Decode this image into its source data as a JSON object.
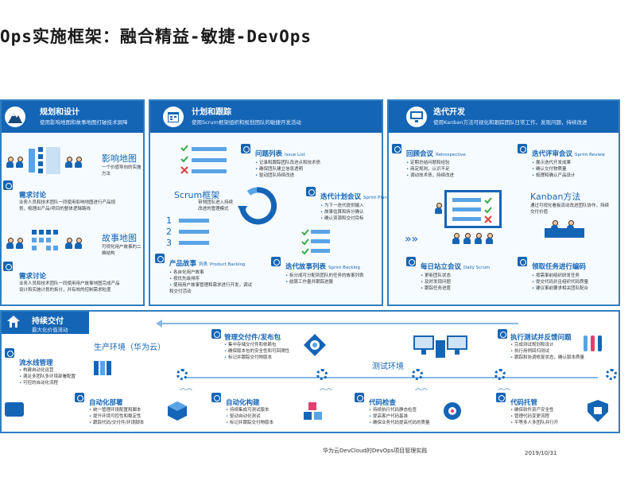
{
  "title": "Ops实施框架：融合精益-敏捷-DevOps",
  "panels": {
    "plan": {
      "title": "规划和设计",
      "subtitle": "使用影响地图和故事地图打破技术屏障",
      "impact_map": "影响地图",
      "impact_map_desc": "一个价值导向的实施方法",
      "req1_title": "需求讨论",
      "req1_desc": "业务人员和技术团队一同使用影响地图进行产品规划，梳理出产品/项目的整体逻辑路线",
      "story_map": "故事地图",
      "story_map_desc": "可视化用户故事的二维结构",
      "req2_title": "需求讨论",
      "req2_desc": "业务人员和技术团队一同使用用户故事地图完成产品设计和实施计划的拆分，并有效的控制需求粒度"
    },
    "track": {
      "title": "计划和跟踪",
      "subtitle": "使用Scrum框架组织和规划团队的敏捷开发活动",
      "issue_title": "问题列表",
      "issue_en": "Issue List",
      "issue_items": [
        "记录和跟踪团队改进点和技术债",
        "确保团队建立信息透明",
        "驱动团队持续改进"
      ],
      "scrum": "Scrum框架",
      "scrum_desc": "带领团队进入持续改进的管理模式",
      "sprint_plan_title": "迭代计划会议",
      "sprint_plan_en": "Sprint Planning",
      "sprint_plan_items": [
        "为下一迭代提供输入",
        "故事估算和拆分确认",
        "确认资源和交付目标"
      ],
      "product_backlog_title": "产品故事",
      "product_backlog_mid": "列表",
      "product_backlog_en": "Product Backlog",
      "product_backlog_items": [
        "各自化用户故事",
        "按优先级排序",
        "使用用户故事管理和需求进行开发，调试和交付活动"
      ],
      "sprint_backlog_title": "迭代故事列表",
      "sprint_backlog_en": "Sprint Backlog",
      "sprint_backlog_items": [
        "拆分成可分配到团队的任务的故事列表",
        "结算工作量并跟踪进展"
      ],
      "nums": [
        "1",
        "2",
        "3"
      ]
    },
    "iter": {
      "title": "迭代开发",
      "subtitle": "使用Kanban方法可视化和跟踪团队日常工作，发现问题，持续改进",
      "retro_title": "回顾会议",
      "retro_en": "Retrospective",
      "retro_items": [
        "定期总结问题和经验",
        "商定规则，认识不足",
        "调动技术债，持续改进"
      ],
      "review_title": "迭代评审会议",
      "review_en": "Sprint Review",
      "review_items": [
        "展示迭代开发成果",
        "确认交付物质量",
        "梳理和确认产品设计"
      ],
      "kanban": "Kanban方法",
      "kanban_desc": "通过可视化看板流动改进团队协作，持续交付价值",
      "standup_title": "每日站立会议",
      "standup_en": "Daily Scrum",
      "standup_items": [
        "更新团队状态",
        "及时发现问题",
        "跟踪任务进度"
      ],
      "claim_title": "领取任务进行编码",
      "claim_items": [
        "按需事前组织研发任务",
        "提交代码并且组织代码质量",
        "建议事前要求相关团队配合"
      ]
    },
    "cd": {
      "title": "持续交付",
      "subtitle": "最大化价值流动",
      "prod_env": "生产环境（华为云）",
      "test_env": "测试环境",
      "pipeline_title": "流水线管理",
      "pipeline_items": [
        "构建自动化运营",
        "满足多团队多环境部署配置",
        "可控的自动化流程"
      ],
      "pkg_title": "管理交付件/发布包",
      "pkg_items": [
        "集中存储交付件和依赖包",
        "确保版本包的安全性和可回溯性",
        "标记并跟踪交付物版本"
      ],
      "test_title": "执行测试并反馈问题",
      "test_items": [
        "完成测试规划和设计",
        "执行用例回归测试",
        "跟踪和协调修复状态，确认版本质量"
      ],
      "deploy_title": "自动化部署",
      "deploy_items": [
        "统一管理环境配置和脚本",
        "提升环境可控性和稳定性",
        "跟踪代码/交付件/环境脚本"
      ],
      "build_title": "自动化构建",
      "build_items": [
        "持续集成可测试版本",
        "驱动自动化测试",
        "标记并跟踪交付物版本"
      ],
      "check_title": "代码检查",
      "check_items": [
        "持续执行代码静态检查",
        "提高客户代码基准",
        "确保业务代码提高代码的质量"
      ],
      "host_title": "代码托管",
      "host_items": [
        "确保软件资产安全性",
        "管理代码变更流程",
        "平等多人多团队并行开"
      ]
    }
  },
  "footer": {
    "source": "华为云DevCloud的DevOps项目管理实践",
    "date": "2019/10/31"
  },
  "colors": {
    "primary": "#1565b6",
    "accent": "#5aa3e6",
    "danger": "#e04040",
    "success": "#3aa84a"
  }
}
